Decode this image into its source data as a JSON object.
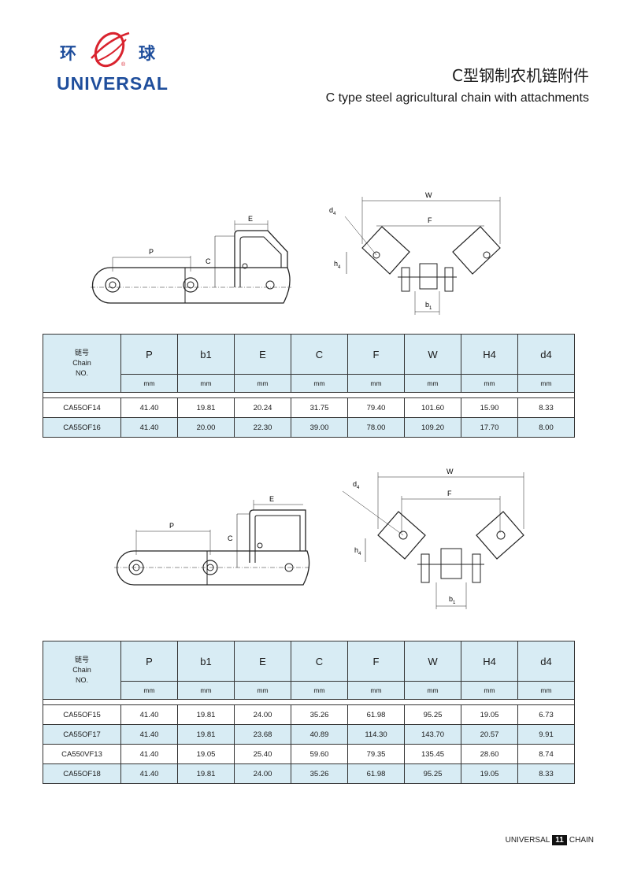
{
  "brand": {
    "cn_left": "环",
    "cn_right": "球",
    "en": "UNIVERSAL"
  },
  "header": {
    "title_cn": "C型钢制农机链附件",
    "title_en": "C type steel agricultural chain with attachments"
  },
  "diagram_labels": {
    "P": "P",
    "C": "C",
    "E": "E",
    "W": "W",
    "F": "F",
    "d4": "d",
    "d4_sub": "4",
    "h4": "h",
    "h4_sub": "4",
    "b1": "b",
    "b1_sub": "1"
  },
  "table_headers": {
    "chain_cn": "链号",
    "chain_en": "Chain",
    "chain_no": "NO.",
    "columns": [
      "P",
      "b1",
      "E",
      "C",
      "F",
      "W",
      "H4",
      "d4"
    ],
    "unit": "mm"
  },
  "table1": [
    [
      "CA55OF14",
      "41.40",
      "19.81",
      "20.24",
      "31.75",
      "79.40",
      "101.60",
      "15.90",
      "8.33"
    ],
    [
      "CA55OF16",
      "41.40",
      "20.00",
      "22.30",
      "39.00",
      "78.00",
      "109.20",
      "17.70",
      "8.00"
    ]
  ],
  "table2": [
    [
      "CA55OF15",
      "41.40",
      "19.81",
      "24.00",
      "35.26",
      "61.98",
      "95.25",
      "19.05",
      "6.73"
    ],
    [
      "CA55OF17",
      "41.40",
      "19.81",
      "23.68",
      "40.89",
      "114.30",
      "143.70",
      "20.57",
      "9.91"
    ],
    [
      "CA550VF13",
      "41.40",
      "19.05",
      "25.40",
      "59.60",
      "79.35",
      "135.45",
      "28.60",
      "8.74"
    ],
    [
      "CA55OF18",
      "41.40",
      "19.81",
      "24.00",
      "35.26",
      "61.98",
      "95.25",
      "19.05",
      "8.33"
    ]
  ],
  "footer": {
    "left": "UNIVERSAL",
    "page": "11",
    "right": "CHAIN"
  },
  "colors": {
    "brand_blue": "#1f4e9c",
    "brand_red": "#d9232e",
    "table_fill": "#d8ecf4"
  }
}
